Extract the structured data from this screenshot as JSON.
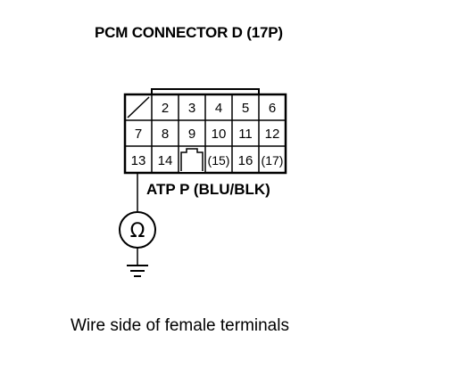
{
  "title": "PCM CONNECTOR D (17P)",
  "connector": {
    "row1": [
      "2",
      "3",
      "4",
      "5",
      "6"
    ],
    "row2": [
      "7",
      "8",
      "9",
      "10",
      "11",
      "12"
    ],
    "row3_left": [
      "13",
      "14"
    ],
    "row3_right": [
      "(15)",
      "16",
      "(17)"
    ]
  },
  "wire_label": "ATP P (BLU/BLK)",
  "meter_symbol": "Ω",
  "caption": "Wire side of female terminals"
}
